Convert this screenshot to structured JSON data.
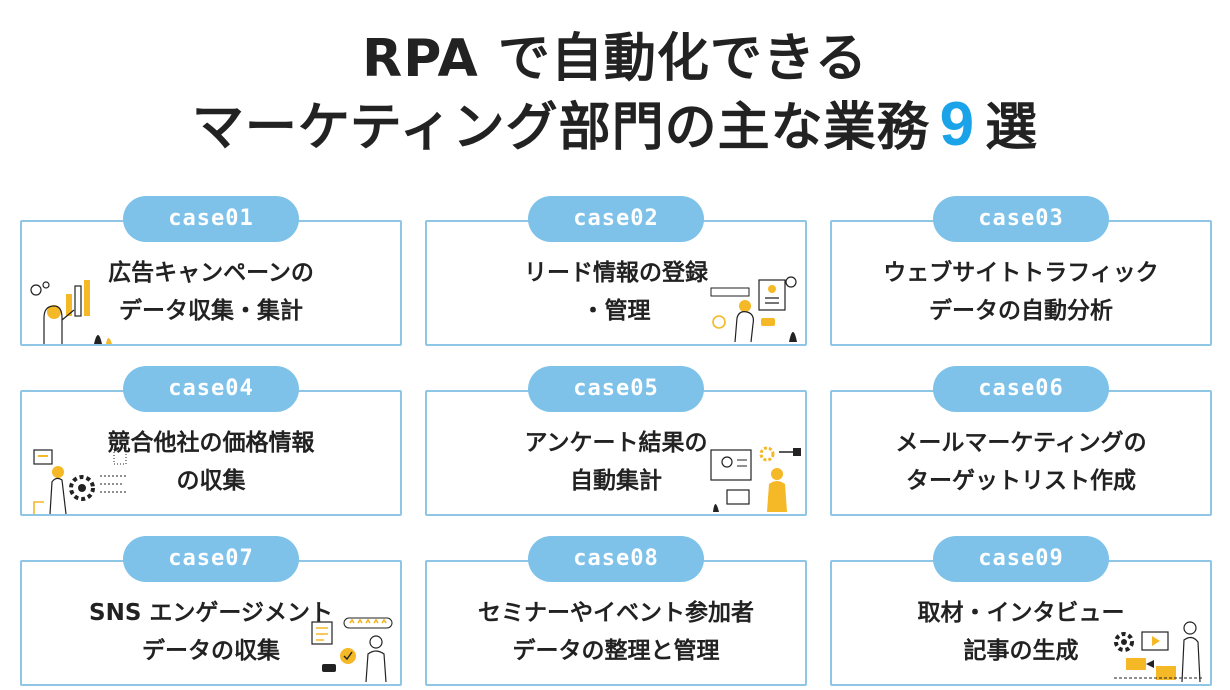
{
  "title": {
    "line1": "RPA で自動化できる",
    "line2_before": "マーケティング部門の主な業務",
    "line2_number": "9",
    "line2_after": "選"
  },
  "cases": [
    {
      "badge": "case01",
      "lines": [
        "広告キャンペーンの",
        "データ収集・集計"
      ],
      "illustration": "marketing-analytics-icon"
    },
    {
      "badge": "case02",
      "lines": [
        "リード情報の登録",
        "・管理"
      ],
      "illustration": "lead-profile-icon"
    },
    {
      "badge": "case03",
      "lines": [
        "ウェブサイトトラフィック",
        "データの自動分析"
      ],
      "illustration": ""
    },
    {
      "badge": "case04",
      "lines": [
        "競合他社の価格情報",
        "の収集"
      ],
      "illustration": "research-gear-icon"
    },
    {
      "badge": "case05",
      "lines": [
        "アンケート結果の",
        "自動集計"
      ],
      "illustration": "survey-people-icon"
    },
    {
      "badge": "case06",
      "lines": [
        "メールマーケティングの",
        "ターゲットリスト作成"
      ],
      "illustration": ""
    },
    {
      "badge": "case07",
      "lines": [
        "SNS エンゲージメント",
        "データの収集"
      ],
      "illustration": "social-rating-icon"
    },
    {
      "badge": "case08",
      "lines": [
        "セミナーやイベント参加者",
        "データの整理と管理"
      ],
      "illustration": ""
    },
    {
      "badge": "case09",
      "lines": [
        "取材・インタビュー",
        "記事の生成"
      ],
      "illustration": "video-content-icon"
    }
  ],
  "colors": {
    "accent": "#1aa3e8",
    "badge": "#7ec2ea",
    "border": "#8fc6e6",
    "illustration_yellow": "#f5b826"
  }
}
